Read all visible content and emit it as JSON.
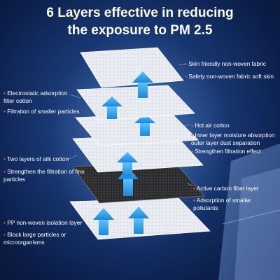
{
  "title": {
    "line1": "6 Layers effective in reducing",
    "line2": "the exposure to PM 2.5"
  },
  "colors": {
    "background": "#17356f",
    "arrow": "#3aa8ee",
    "bullet": "#ff5a3a",
    "white_layer": "#e8ecf2",
    "carbon_layer": "#2c2c2e"
  },
  "layers": [
    {
      "material": "white",
      "arrow": "up-arrow"
    },
    {
      "material": "white",
      "arrow": "up-arrow"
    },
    {
      "material": "white",
      "arrow": "up-arrow"
    },
    {
      "material": "white",
      "arrow": "up-arrow"
    },
    {
      "material": "carbon",
      "arrow": "up-arrow"
    },
    {
      "material": "white",
      "arrow": "up-arrow"
    }
  ],
  "annotations": {
    "layer1": [
      "Skin friendly non-woven fabric",
      "Safety non-woven fabric soft skin"
    ],
    "layer2": [
      "Electrostatic adsorption filter cotton",
      "Filtration of smaller particles"
    ],
    "layer3": [
      "Hot air cotton",
      "Inner layer moisture absorption outer layer dust separation",
      "Strengthen filtration effect"
    ],
    "layer4": [
      "Two layers of silk cotton",
      "Strengthen the filtration of fine particles"
    ],
    "layer5": [
      "Active carbon fiber layer",
      "Adsorption of smaller pollutants"
    ],
    "layer6": [
      "PP non-woven isolation layer",
      "Block large particles or microorganisms"
    ]
  }
}
